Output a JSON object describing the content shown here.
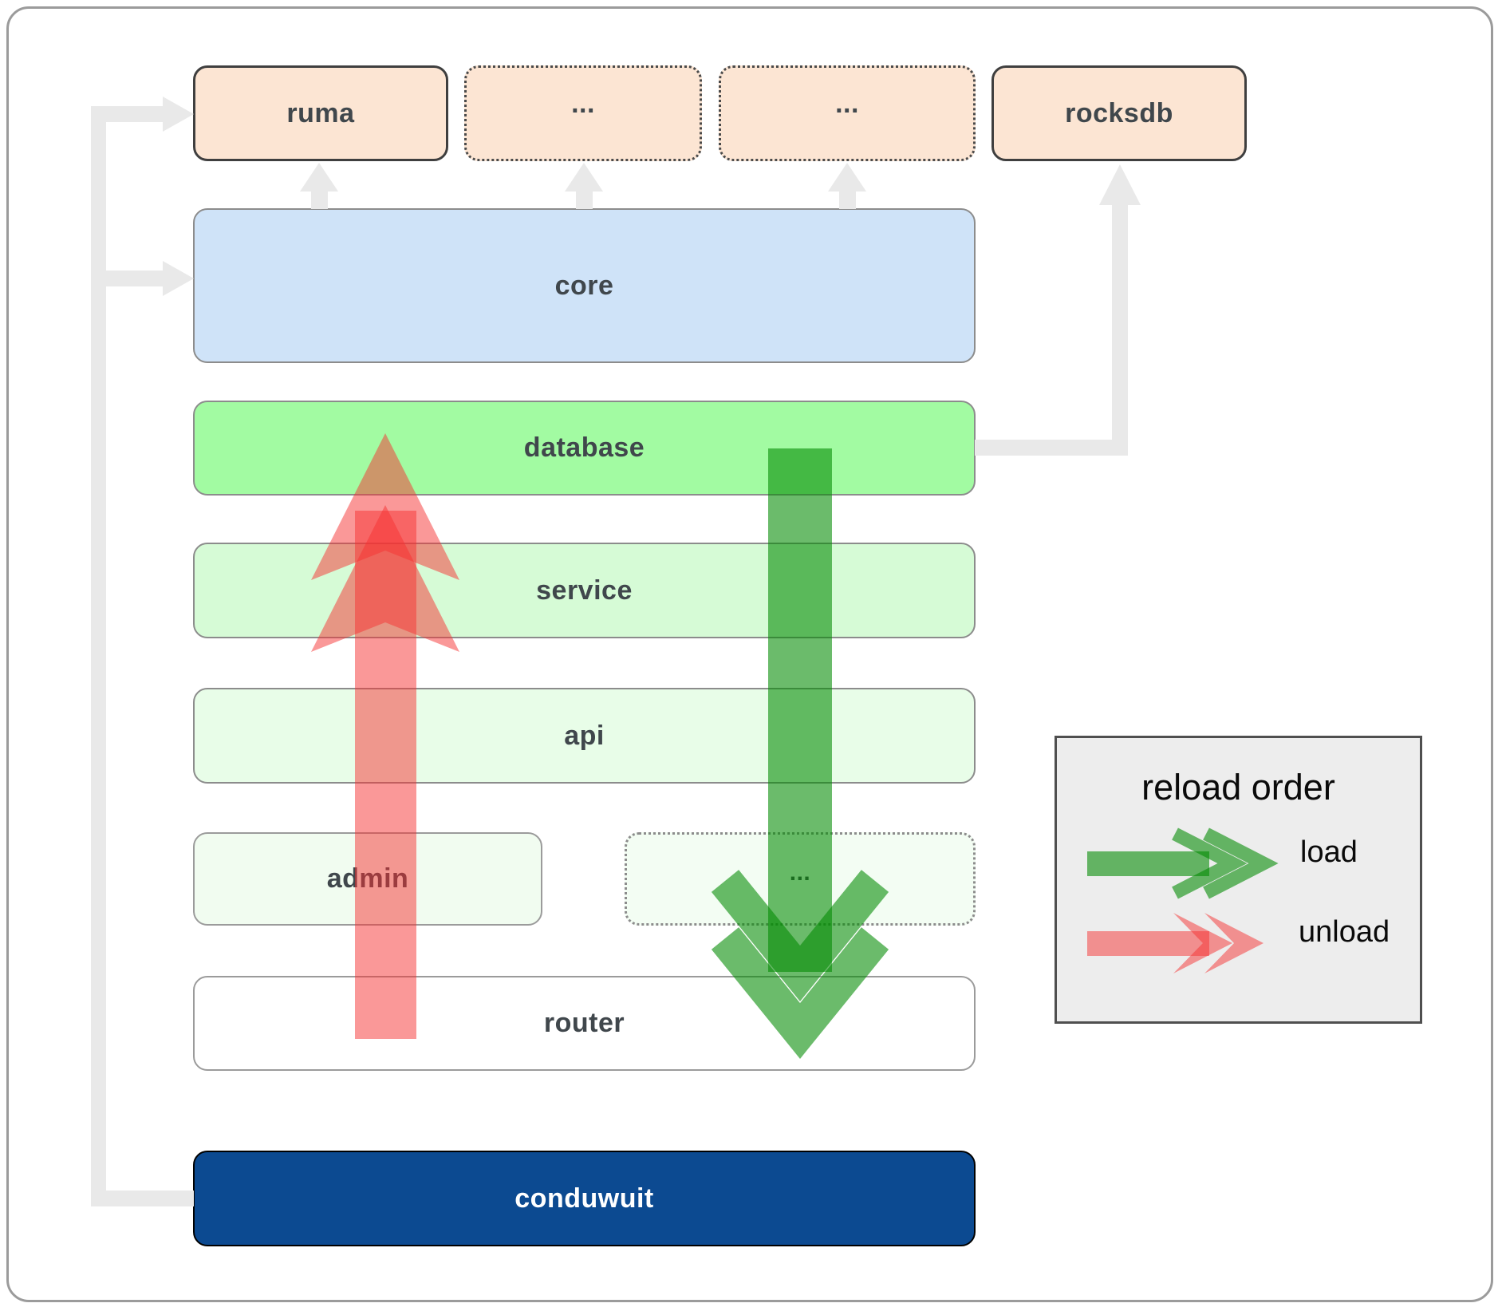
{
  "nodes": {
    "ruma": {
      "label": "ruma"
    },
    "top_ellipsis_1": {
      "label": "..."
    },
    "top_ellipsis_2": {
      "label": "..."
    },
    "rocksdb": {
      "label": "rocksdb"
    },
    "core": {
      "label": "core"
    },
    "database": {
      "label": "database"
    },
    "service": {
      "label": "service"
    },
    "api": {
      "label": "api"
    },
    "admin": {
      "label": "admin"
    },
    "admin_ellipsis": {
      "label": "..."
    },
    "router": {
      "label": "router"
    },
    "conduwuit": {
      "label": "conduwuit"
    }
  },
  "legend": {
    "title": "reload order",
    "load_label": "load",
    "unload_label": "unload"
  },
  "colors": {
    "peach_dependency": "#fce5d3",
    "core_blue": "#cfe3f8",
    "database_green": "#a2fba2",
    "service_green": "#d6fbd6",
    "api_green": "#e8fde8",
    "admin_green": "#f1fcf0",
    "router_white": "#ffffff",
    "conduwuit_navy": "#0c4a91",
    "connector_gray": "#e9e9e9",
    "load_arrow_green": "#008a00",
    "unload_arrow_red": "#f53232",
    "legend_background": "#ededed",
    "label_text": "#40474c"
  }
}
